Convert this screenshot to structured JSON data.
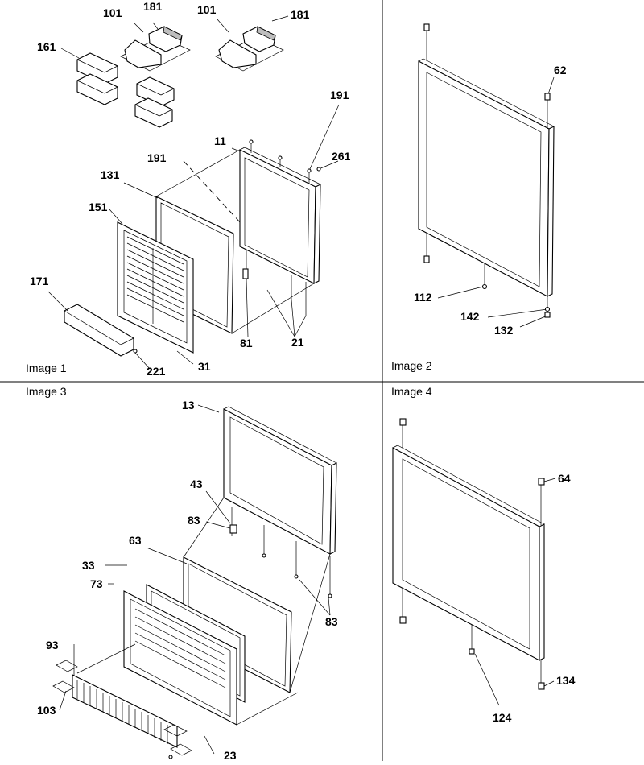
{
  "panels": {
    "image1": "Image 1",
    "image2": "Image 2",
    "image3": "Image 3",
    "image4": "Image 4"
  },
  "callouts": {
    "c101a": "101",
    "c181a": "181",
    "c101b": "101",
    "c181b": "181",
    "c161": "161",
    "c191a": "191",
    "c11": "11",
    "c191b": "191",
    "c261": "261",
    "c131": "131",
    "c151": "151",
    "c171": "171",
    "c81": "81",
    "c21": "21",
    "c221": "221",
    "c31": "31",
    "c62": "62",
    "c112": "112",
    "c142": "142",
    "c132": "132",
    "c13": "13",
    "c43": "43",
    "c83a": "83",
    "c63": "63",
    "c33": "33",
    "c73": "73",
    "c93": "93",
    "c83b": "83",
    "c103": "103",
    "c23": "23",
    "c64": "64",
    "c134": "134",
    "c124": "124"
  }
}
